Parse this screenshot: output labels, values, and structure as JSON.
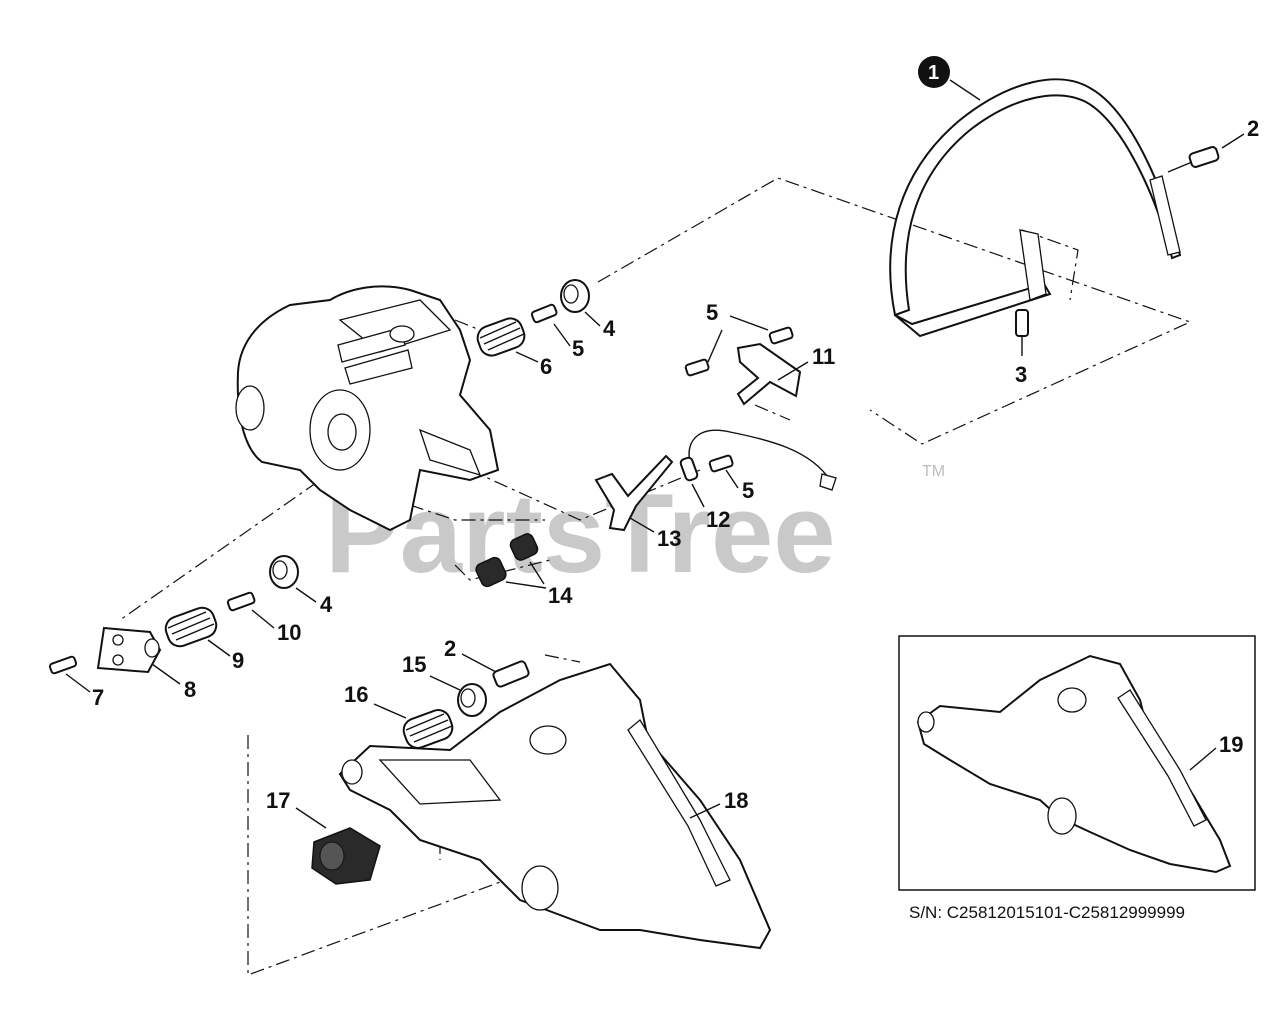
{
  "watermark": "PartsTree",
  "trademark": "TM",
  "serial_note": "S/N: C25812015101-C25812999999",
  "callouts": {
    "c1": "1",
    "c2a": "2",
    "c3": "3",
    "c4a": "4",
    "c5a": "5",
    "c6": "6",
    "c5b": "5",
    "c11": "11",
    "c5c": "5",
    "c12": "12",
    "c13": "13",
    "c14": "14",
    "c4b": "4",
    "c10": "10",
    "c9": "9",
    "c8": "8",
    "c7": "7",
    "c2b": "2",
    "c15": "15",
    "c16": "16",
    "c17": "17",
    "c18": "18",
    "c19": "19"
  }
}
